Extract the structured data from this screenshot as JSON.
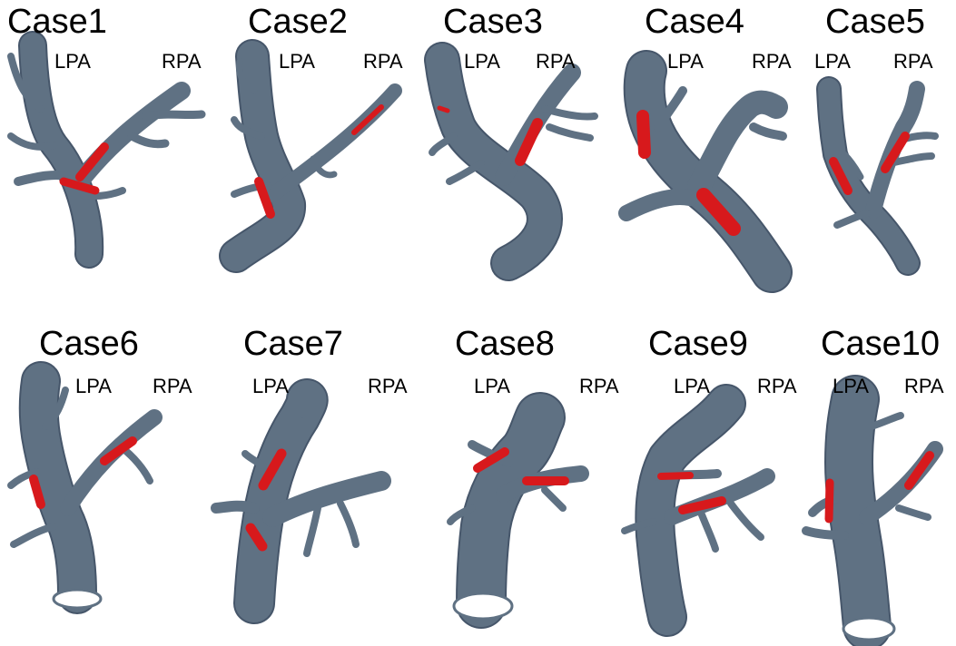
{
  "cases": [
    {
      "title": "Case1",
      "left": "LPA",
      "right": "RPA"
    },
    {
      "title": "Case2",
      "left": "LPA",
      "right": "RPA"
    },
    {
      "title": "Case3",
      "left": "LPA",
      "right": "RPA"
    },
    {
      "title": "Case4",
      "left": "LPA",
      "right": "RPA"
    },
    {
      "title": "Case5",
      "left": "LPA",
      "right": "RPA"
    },
    {
      "title": "Case6",
      "left": "LPA",
      "right": "RPA"
    },
    {
      "title": "Case7",
      "left": "LPA",
      "right": "RPA"
    },
    {
      "title": "Case8",
      "left": "LPA",
      "right": "RPA"
    },
    {
      "title": "Case9",
      "left": "LPA",
      "right": "RPA"
    },
    {
      "title": "Case10",
      "left": "LPA",
      "right": "RPA"
    }
  ],
  "colors": {
    "vessel": "#5f7183",
    "vessel_edge": "#46566a",
    "stent": "#d7191c",
    "background": "#ffffff"
  }
}
